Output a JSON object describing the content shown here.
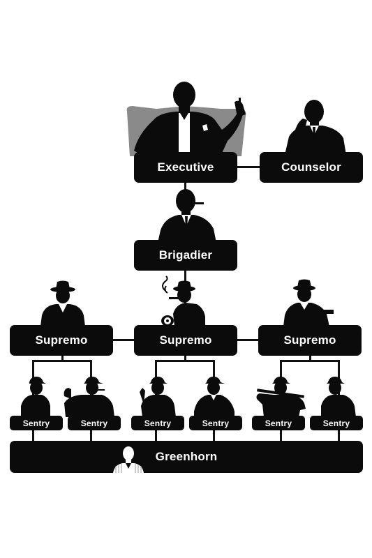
{
  "colors": {
    "box": "#0b0b0b",
    "text": "#ffffff",
    "line": "#111111",
    "chair": "#8a8a8a",
    "background": "#ffffff"
  },
  "top": {
    "executive": {
      "label": "Executive",
      "figure": "seated-boss-with-cigar-icon"
    },
    "counselor": {
      "label": "Counselor",
      "figure": "thinking-man-in-suit-icon"
    }
  },
  "middle": {
    "brigadier": {
      "label": "Brigadier",
      "figure": "man-with-cigar-in-suit-icon"
    }
  },
  "supremos": [
    {
      "label": "Supremo",
      "figure": "man-in-fedora-icon"
    },
    {
      "label": "Supremo",
      "figure": "smoking-man-in-fedora-icon"
    },
    {
      "label": "Supremo",
      "figure": "man-in-fedora-with-tommy-gun-icon"
    }
  ],
  "sentries": [
    {
      "label": "Sentry",
      "figure": "man-in-cap-icon"
    },
    {
      "label": "Sentry",
      "figure": "man-in-cap-with-cigar-icon"
    },
    {
      "label": "Sentry",
      "figure": "man-in-cap-smoking-icon"
    },
    {
      "label": "Sentry",
      "figure": "man-in-cap-icon"
    },
    {
      "label": "Sentry",
      "figure": "man-in-cap-with-bat-icon"
    },
    {
      "label": "Sentry",
      "figure": "man-in-cap-icon"
    }
  ],
  "base": {
    "label": "Greenhorn",
    "figure": "young-man-in-suit-icon"
  }
}
